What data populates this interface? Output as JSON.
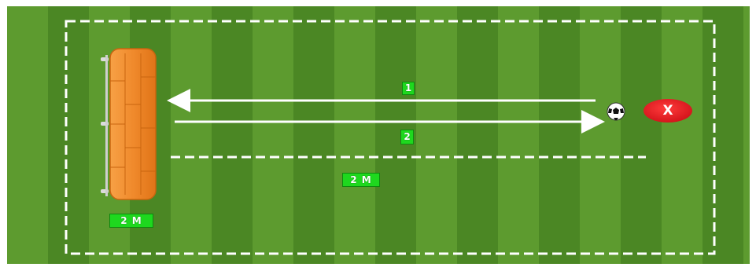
{
  "labels": {
    "arrow_top": "1",
    "arrow_bottom": "2",
    "distance_middle": "2 M",
    "distance_left": "2 M",
    "marker": "X"
  },
  "icons": {
    "ball": "soccer-ball-icon",
    "marker": "x-marker-icon",
    "rebounder": "rebounder-board-icon"
  },
  "colors": {
    "grass_light": "#5d9b2f",
    "grass_dark": "#4b8724",
    "line": "#ffffff",
    "rebounder": "#f08a2c",
    "marker": "#e8232a",
    "tag": "#1ed81e"
  }
}
